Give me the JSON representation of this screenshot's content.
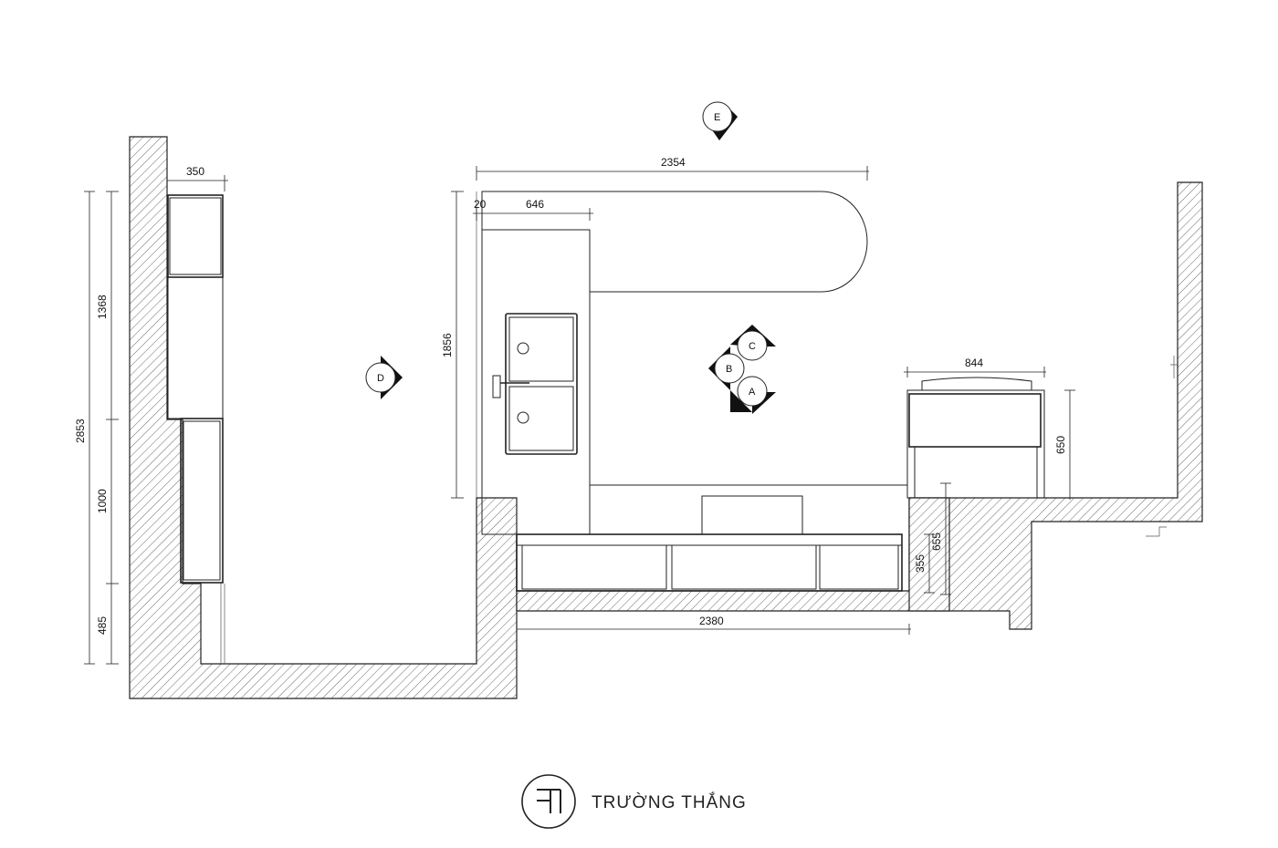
{
  "dimensions": {
    "left_cabinet_width": "350",
    "left_total_height": "2853",
    "left_upper": "1368",
    "left_middle": "1000",
    "left_lower": "485",
    "island_length": "2354",
    "island_offset": "20",
    "island_width": "646",
    "island_depth": "1856",
    "right_cabinet_width": "844",
    "right_cabinet_depth": "650",
    "bottom_run_length": "2380",
    "step_small": "355",
    "step_large": "655"
  },
  "section_markers": [
    "A",
    "B",
    "C",
    "D",
    "E"
  ],
  "brand": {
    "name": "TRƯỜNG THẮNG",
    "logo_icon": "truong-thang-logo-icon"
  },
  "colors": {
    "line": "#222222",
    "background": "#ffffff"
  }
}
